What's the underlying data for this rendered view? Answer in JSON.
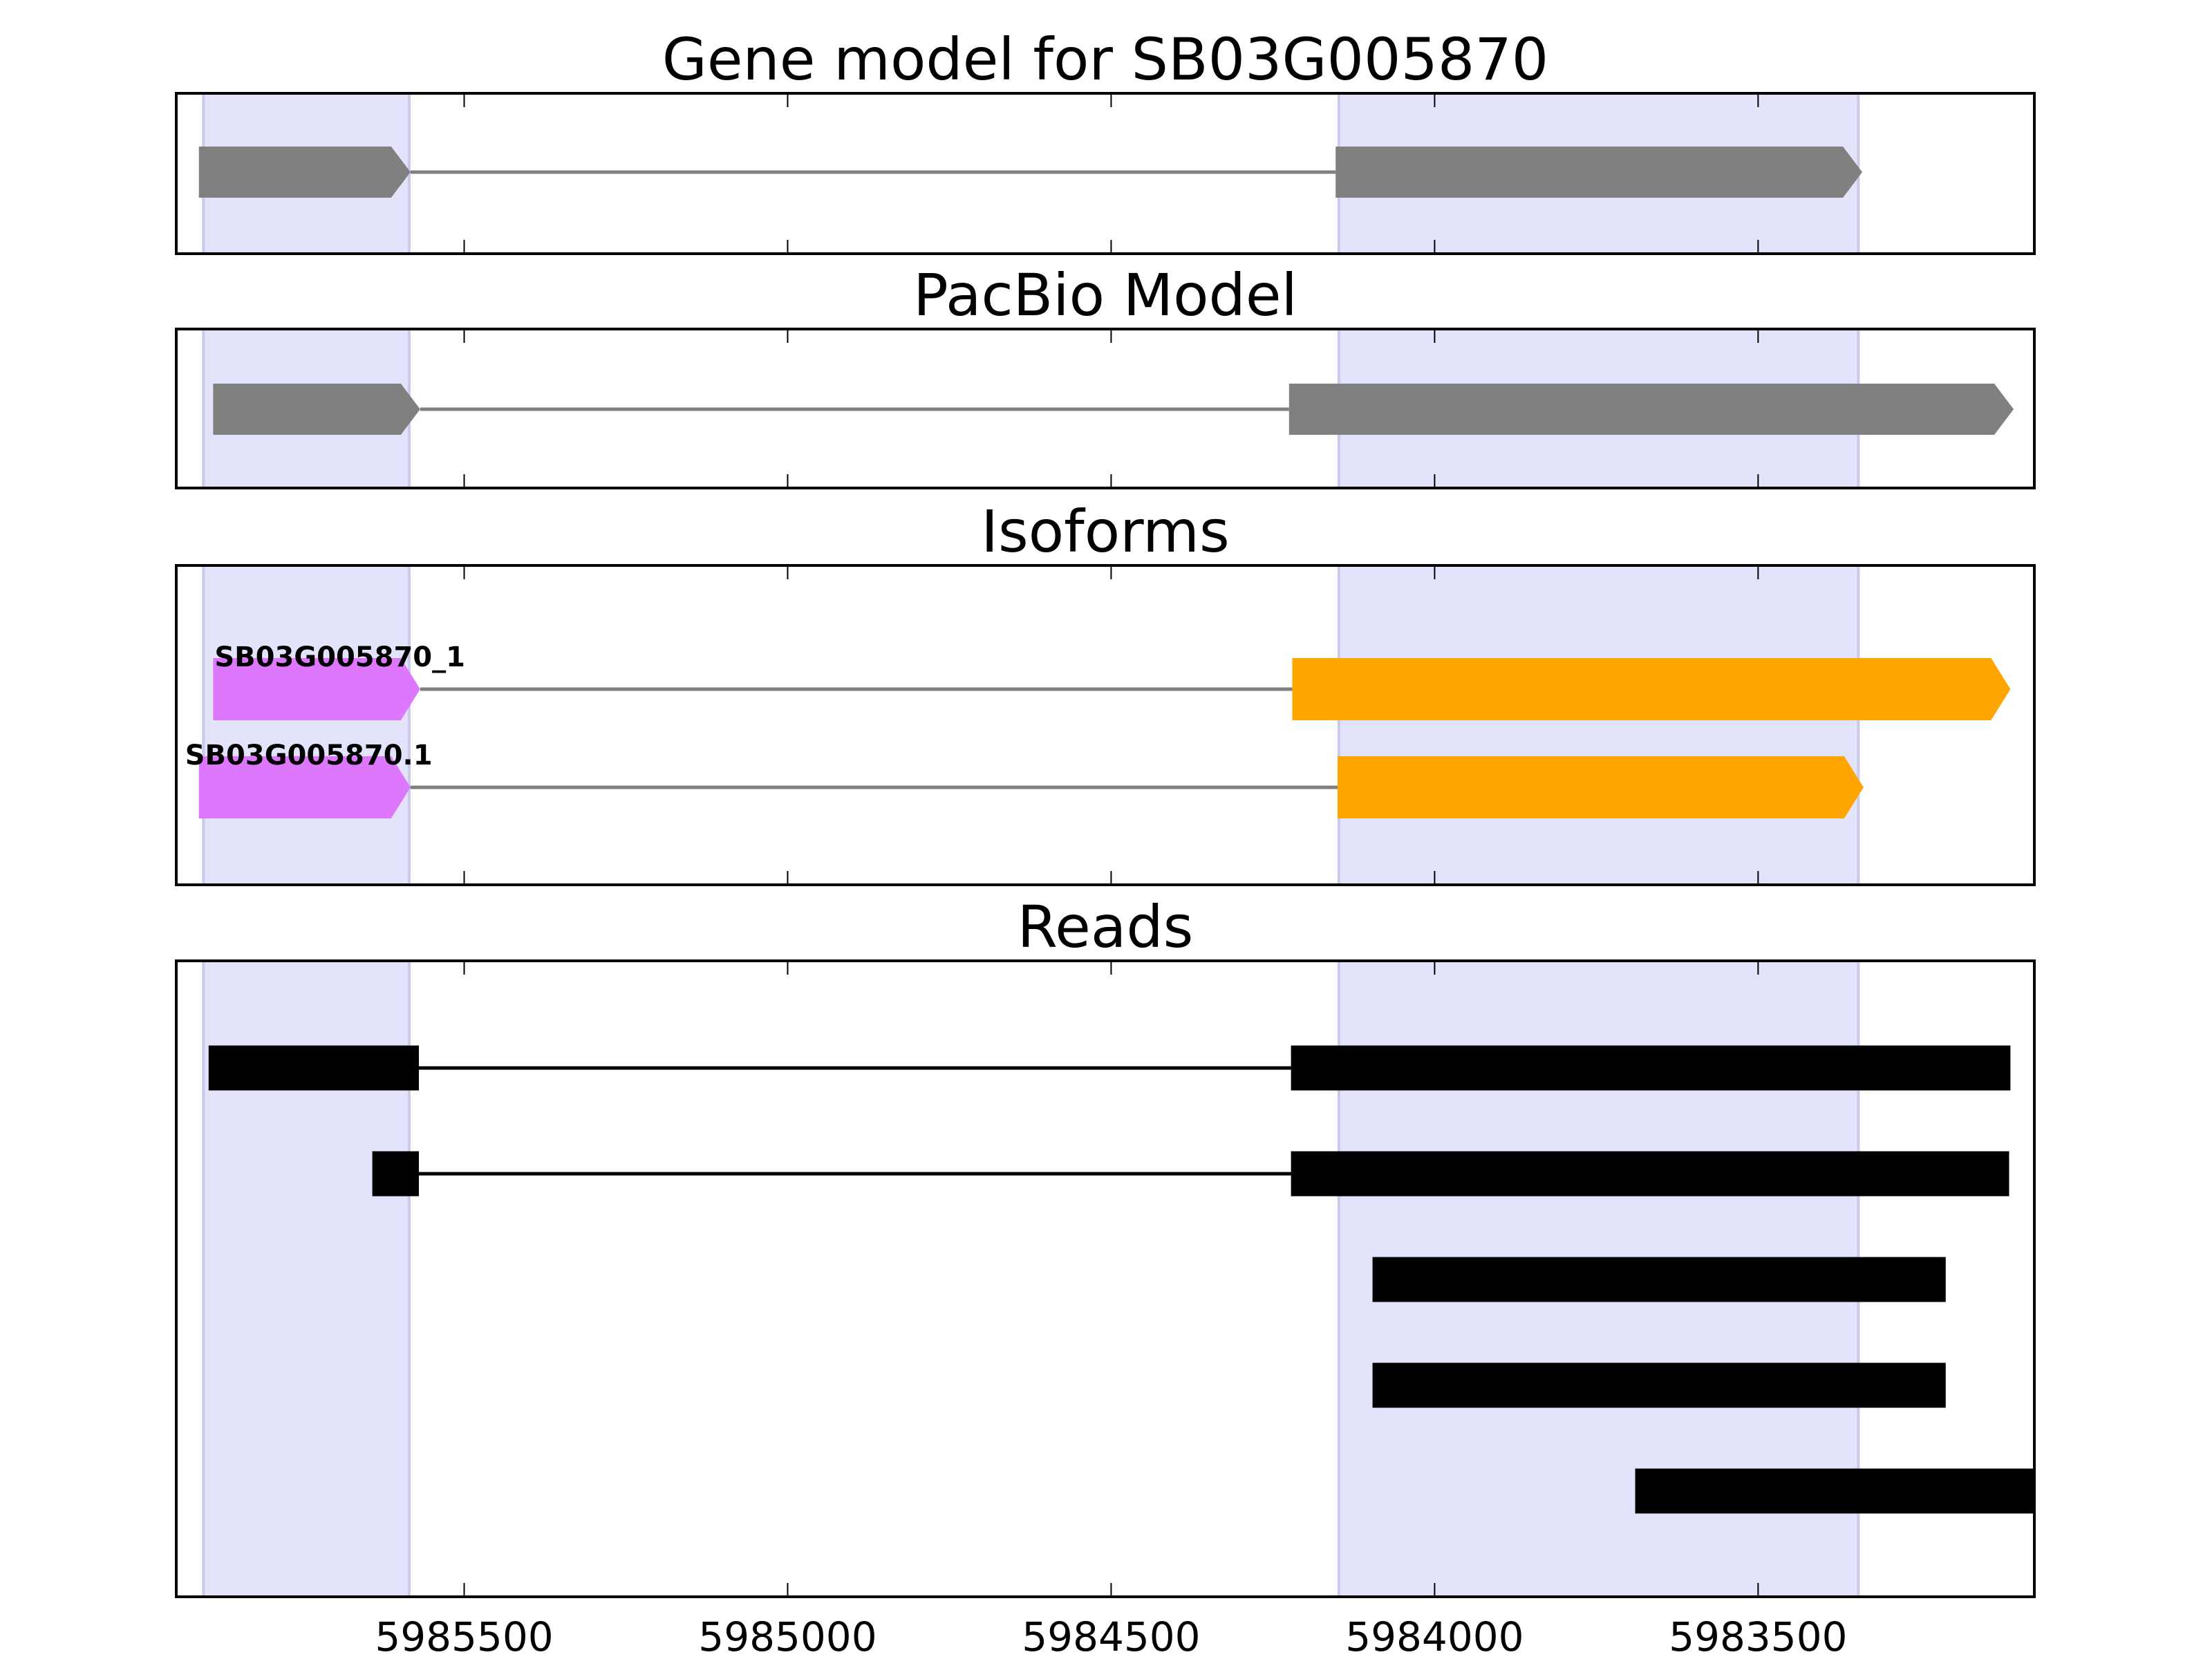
{
  "chart_data": {
    "type": "gene_model_tracks",
    "xlim": [
      5985945,
      5983073
    ],
    "x_reversed": true,
    "xticks": [
      5985500,
      5985000,
      5984500,
      5984000,
      5983500
    ],
    "xtick_labels": [
      "5985500",
      "5985000",
      "5984500",
      "5984000",
      "5983500"
    ],
    "shaded_regions": [
      [
        5985903,
        5985585
      ],
      [
        5984148,
        5983345
      ]
    ],
    "colors": {
      "shade": "#e3e3fc",
      "shade_edge": "#c9c9ec",
      "exon": "#808080",
      "intron": "#808080",
      "utr5": "#dd77fc",
      "cds": "#ffa500",
      "read": "#000000"
    },
    "panels": [
      {
        "title": "Gene model for SB03G005870",
        "rows": 1,
        "tracks": [
          {
            "label": "",
            "row": 0,
            "style": "gray-arrow",
            "exons": [
              [
                5985910,
                5985583
              ],
              [
                5984153,
                5983339
              ]
            ]
          }
        ]
      },
      {
        "title": "PacBio Model",
        "rows": 1,
        "tracks": [
          {
            "label": "",
            "row": 0,
            "style": "gray-arrow",
            "exons": [
              [
                5985888,
                5985568
              ],
              [
                5984225,
                5983105
              ]
            ]
          }
        ]
      },
      {
        "title": "Isoforms",
        "rows": 2,
        "tracks": [
          {
            "label": "SB03G005870_1",
            "row": 0,
            "style": "isoform",
            "exons": [
              [
                5985888,
                5985568
              ],
              [
                5984220,
                5983110
              ]
            ]
          },
          {
            "label": "SB03G005870.1",
            "row": 1,
            "style": "isoform",
            "exons": [
              [
                5985910,
                5985583
              ],
              [
                5984150,
                5983337
              ]
            ]
          }
        ]
      },
      {
        "title": "Reads",
        "rows": 5,
        "tracks": [
          {
            "label": "",
            "row": 0,
            "style": "read",
            "exons": [
              [
                5985895,
                5985570
              ],
              [
                5984222,
                5983110
              ]
            ]
          },
          {
            "label": "",
            "row": 1,
            "style": "read",
            "exons": [
              [
                5985642,
                5985570
              ],
              [
                5984222,
                5983112
              ]
            ]
          },
          {
            "label": "",
            "row": 2,
            "style": "read",
            "exons": [
              [
                5984096,
                5983210
              ]
            ]
          },
          {
            "label": "",
            "row": 3,
            "style": "read",
            "exons": [
              [
                5984096,
                5983210
              ]
            ]
          },
          {
            "label": "",
            "row": 4,
            "style": "read",
            "exons": [
              [
                5983690,
                5983073
              ]
            ]
          }
        ]
      }
    ]
  }
}
